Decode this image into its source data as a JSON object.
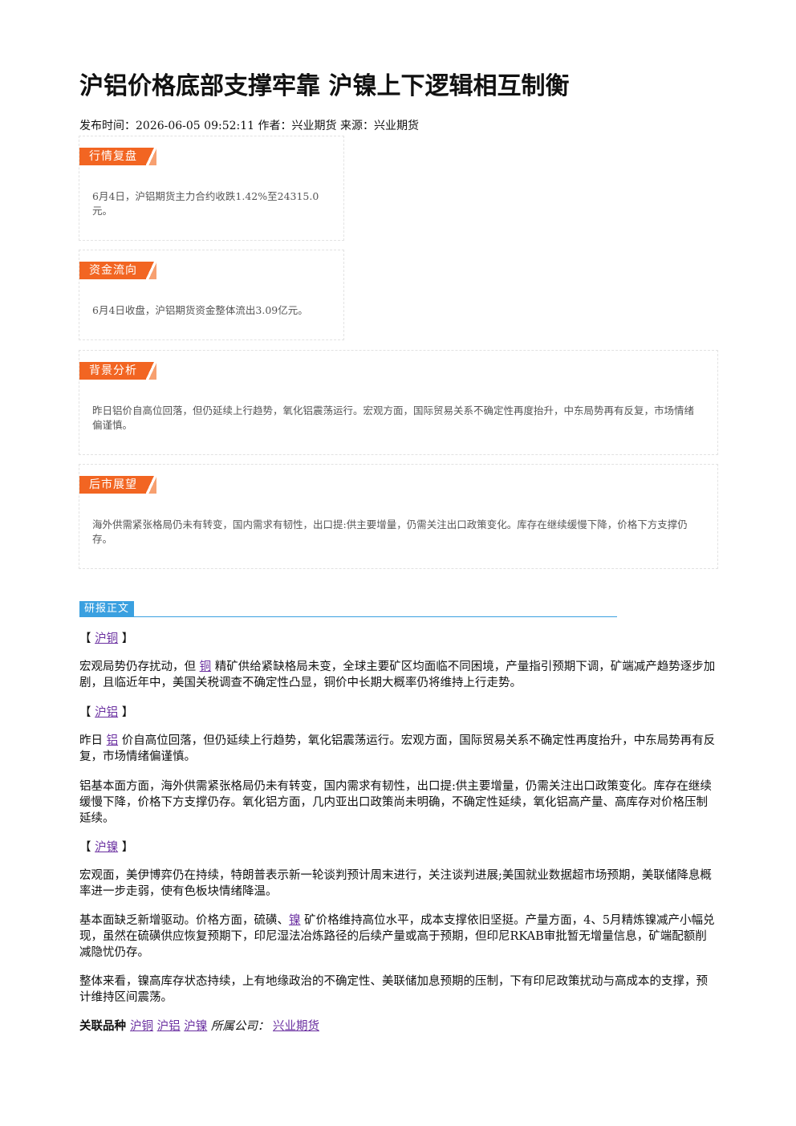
{
  "title": "沪铝价格底部支撑牢靠 沪镍上下逻辑相互制衡",
  "meta": "发布时间：2026-06-05 09:52:11 作者：兴业期货 来源：兴业期货",
  "sections": [
    {
      "tag": "行情复盘",
      "text": "6月4日，沪铝期货主力合约收跌1.42%至24315.0元。"
    },
    {
      "tag": "资金流向",
      "text": "6月4日收盘，沪铝期货资金整体流出3.09亿元。"
    },
    {
      "tag": "背景分析",
      "text": "昨日铝价自高位回落，但仍延续上行趋势，氧化铝震荡运行。宏观方面，国际贸易关系不确定性再度抬升，中东局势再有反复，市场情绪偏谨慎。"
    },
    {
      "tag": "后市展望",
      "text": "海外供需紧张格局仍未有转变，国内需求有韧性，出口提:供主要增量，仍需关注出口政策变化。库存在继续缓慢下降，价格下方支撑仍存。"
    }
  ],
  "report_label": "研报正文",
  "copper": {
    "open": "【 ",
    "link": "沪铜",
    "close": " 】",
    "p1_pre": "宏观局势仍存扰动，但 ",
    "p1_link": "铜",
    "p1_post": " 精矿供给紧缺格局未变，全球主要矿区均面临不同困境，产量指引预期下调，矿端减产趋势逐步加剧，且临近年中，美国关税调查不确定性凸显，铜价中长期大概率仍将维持上行走势。"
  },
  "aluminum": {
    "open": "【 ",
    "link": "沪铝",
    "close": " 】",
    "p1_pre": "昨日 ",
    "p1_link": "铝",
    "p1_post": " 价自高位回落，但仍延续上行趋势，氧化铝震荡运行。宏观方面，国际贸易关系不确定性再度抬升，中东局势再有反复，市场情绪偏谨慎。",
    "p2": "铝基本面方面，海外供需紧张格局仍未有转变，国内需求有韧性，出口提:供主要增量，仍需关注出口政策变化。库存在继续缓慢下降，价格下方支撑仍存。氧化铝方面，几内亚出口政策尚未明确，不确定性延续，氧化铝高产量、高库存对价格压制延续。"
  },
  "nickel": {
    "open": "【 ",
    "link": "沪镍",
    "close": " 】",
    "p1": "宏观面，美伊博弈仍在持续，特朗普表示新一轮谈判预计周末进行，关注谈判进展;美国就业数据超市场预期，美联储降息概率进一步走弱，使有色板块情绪降温。",
    "p2_pre": "基本面缺乏新增驱动。价格方面，硫磺、",
    "p2_link": "镍",
    "p2_post": " 矿价格维持高位水平，成本支撑依旧坚挺。产量方面，4、5月精炼镍减产小幅兑现，虽然在硫磺供应恢复预期下，印尼湿法冶炼路径的后续产量或高于预期，但印尼RKAB审批暂无增量信息，矿端配额削减隐忧仍存。",
    "p3": "整体来看，镍高库存状态持续，上有地缘政治的不确定性、美联储加息预期的压制，下有印尼政策扰动与高成本的支撑，预计维持区间震荡。"
  },
  "footer": {
    "label": "关联品种 ",
    "links": [
      "沪铜",
      "沪铝",
      "沪镍"
    ],
    "company_label": "所属公司：",
    "company": "兴业期货"
  }
}
